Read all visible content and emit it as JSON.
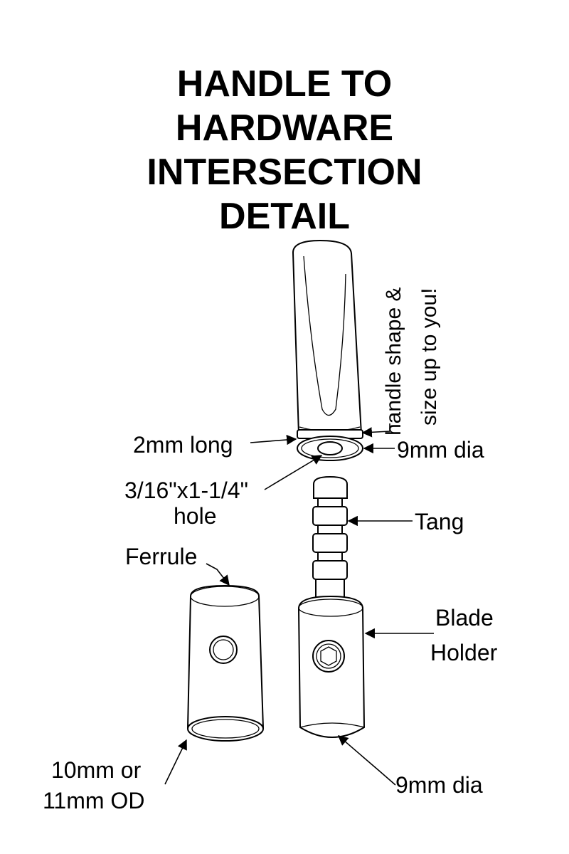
{
  "title_lines": [
    "HANDLE TO",
    "HARDWARE",
    "INTERSECTION",
    "DETAIL"
  ],
  "labels": {
    "handle_note_line1": "handle shape &",
    "handle_note_line2": "size up to you!",
    "two_mm_long": "2mm long",
    "nine_mm_dia_top": "9mm dia",
    "hole_line1": "3/16\"x1-1/4\"",
    "hole_line2": "hole",
    "tang": "Tang",
    "ferrule": "Ferrule",
    "blade_line1": "Blade",
    "blade_line2": "Holder",
    "od_line1": "10mm or",
    "od_line2": "11mm OD",
    "nine_mm_dia_bottom": "9mm dia"
  }
}
